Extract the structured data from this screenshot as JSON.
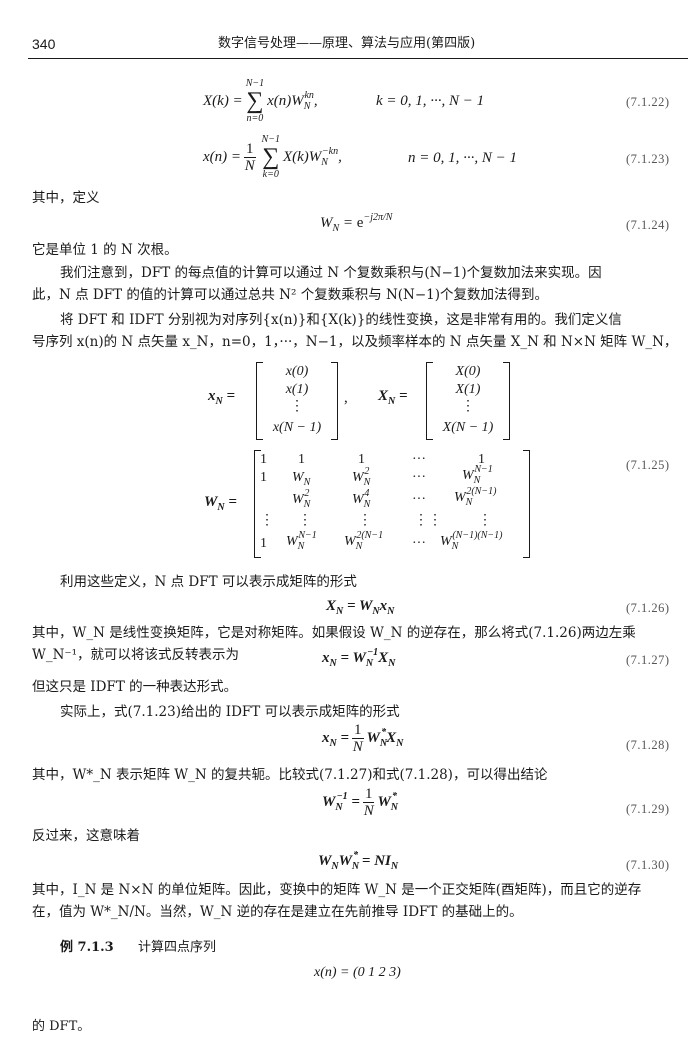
{
  "header": {
    "page_number": "340",
    "title": "数字信号处理——原理、算法与应用(第四版)"
  },
  "equations": {
    "eq22": {
      "no": "(7.1.22)",
      "cond": "k = 0, 1, ···, N − 1"
    },
    "eq23": {
      "no": "(7.1.23)",
      "cond": "n = 0, 1, ···, N − 1"
    },
    "eq24": {
      "no": "(7.1.24)"
    },
    "eq25": {
      "no": "(7.1.25)"
    },
    "eq26": {
      "no": "(7.1.26)"
    },
    "eq27": {
      "no": "(7.1.27)"
    },
    "eq28": {
      "no": "(7.1.28)"
    },
    "eq29": {
      "no": "(7.1.29)"
    },
    "eq30": {
      "no": "(7.1.30)"
    }
  },
  "text": {
    "p1": "其中，定义",
    "p2": "它是单位 1 的 N 次根。",
    "p3a": "我们注意到，DFT 的每点值的计算可以通过 N 个复数乘积与(N−1)个复数加法来实现。因",
    "p3b": "此，N 点 DFT 的值的计算可以通过总共 N² 个复数乘积与 N(N−1)个复数加法得到。",
    "p4a": "将 DFT 和 IDFT 分别视为对序列{x(n)}和{X(k)}的线性变换，这是非常有用的。我们定义信",
    "p4b": "号序列 x(n)的 N 点矢量 x_N，n=0，1，···，N−1，以及频率样本的 N 点矢量 X_N 和 N×N 矩阵 W_N，",
    "p5": "利用这些定义，N 点 DFT 可以表示成矩阵的形式",
    "p6a": "其中，W_N 是线性变换矩阵，它是对称矩阵。如果假设 W_N 的逆存在，那么将式(7.1.26)两边左乘",
    "p6b": "W_N⁻¹，就可以将该式反转表示为",
    "p7": "但这只是 IDFT 的一种表达形式。",
    "p8": "实际上，式(7.1.23)给出的 IDFT 可以表示成矩阵的形式",
    "p9": "其中，W*_N 表示矩阵 W_N 的复共轭。比较式(7.1.27)和式(7.1.28)，可以得出结论",
    "p10": "反过来，这意味着",
    "p11a": "其中，I_N 是 N×N 的单位矩阵。因此，变换中的矩阵 W_N 是一个正交矩阵(酉矩阵)，而且它的逆存",
    "p11b": "在，值为 W*_N/N。当然，W_N 逆的存在是建立在先前推导 IDFT 的基础上的。",
    "example_label": "例 7.1.3",
    "example_text": "计算四点序列",
    "example_seq": "x(n) = (0   1   2   3)",
    "example_end": "的 DFT。"
  }
}
